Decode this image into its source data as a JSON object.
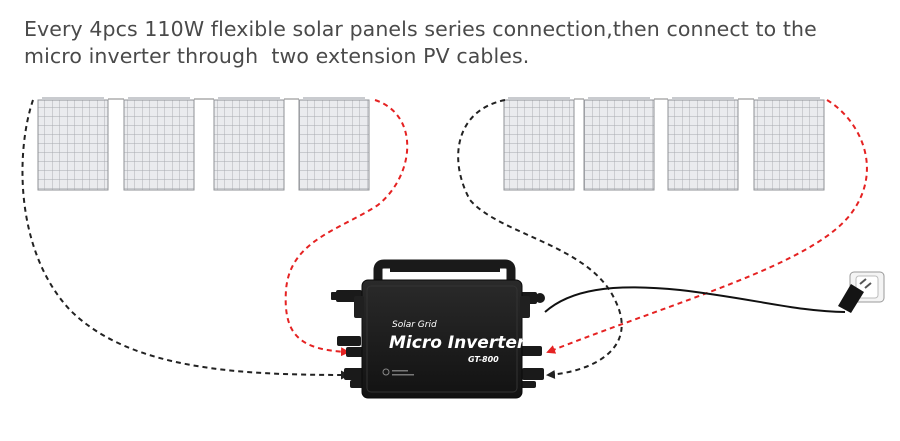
{
  "caption": {
    "line1": "Every 4pcs 110W flexible solar panels series connection,then connect to the",
    "line2": "micro inverter through  two extension PV cables."
  },
  "inverter": {
    "brand": "Solar Grid",
    "name": "Micro Inverter",
    "model": "GT-800"
  },
  "colors": {
    "positive_cable": "#e52222",
    "negative_cable": "#222222",
    "inverter_body": "#1c1c1c",
    "panel_cell": "#e9e9ec",
    "panel_grid": "#a4a6ab"
  },
  "icons": [
    "solar-panel-icon",
    "micro-inverter-icon",
    "wall-outlet-icon",
    "plug-icon"
  ]
}
